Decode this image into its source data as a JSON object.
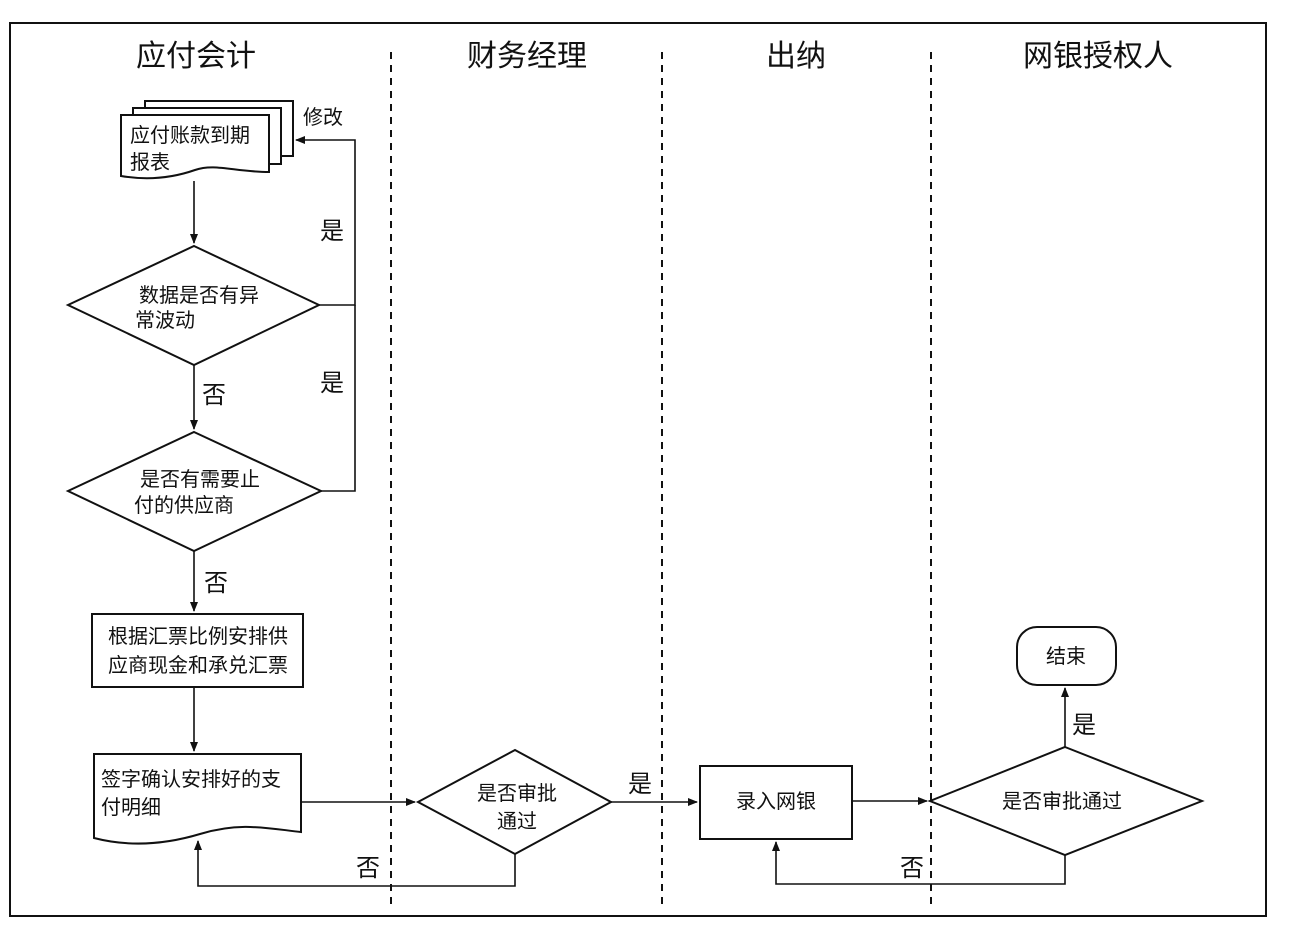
{
  "lanes": [
    "应付会计",
    "财务经理",
    "出纳",
    "网银授权人"
  ],
  "nodes": {
    "report": [
      "应付账款到期",
      "报表"
    ],
    "modify": "修改",
    "check_data": [
      "数据是否有异",
      "常波动"
    ],
    "check_stop": [
      "是否有需要止",
      "付的供应商"
    ],
    "arrange": [
      "根据汇票比例安排供",
      "应商现金和承兑汇票"
    ],
    "sign": [
      "签字确认安排好的支",
      "付明细"
    ],
    "approve_mgr": [
      "是否审批",
      "通过"
    ],
    "enter_bank": "录入网银",
    "approve_auth": "是否审批通过",
    "end": "结束"
  },
  "edges": {
    "yes_1": "是",
    "yes_2": "是",
    "no_1": "否",
    "no_2": "否",
    "yes_mgr": "是",
    "no_mgr": "否",
    "no_auth": "否",
    "yes_auth": "是"
  }
}
